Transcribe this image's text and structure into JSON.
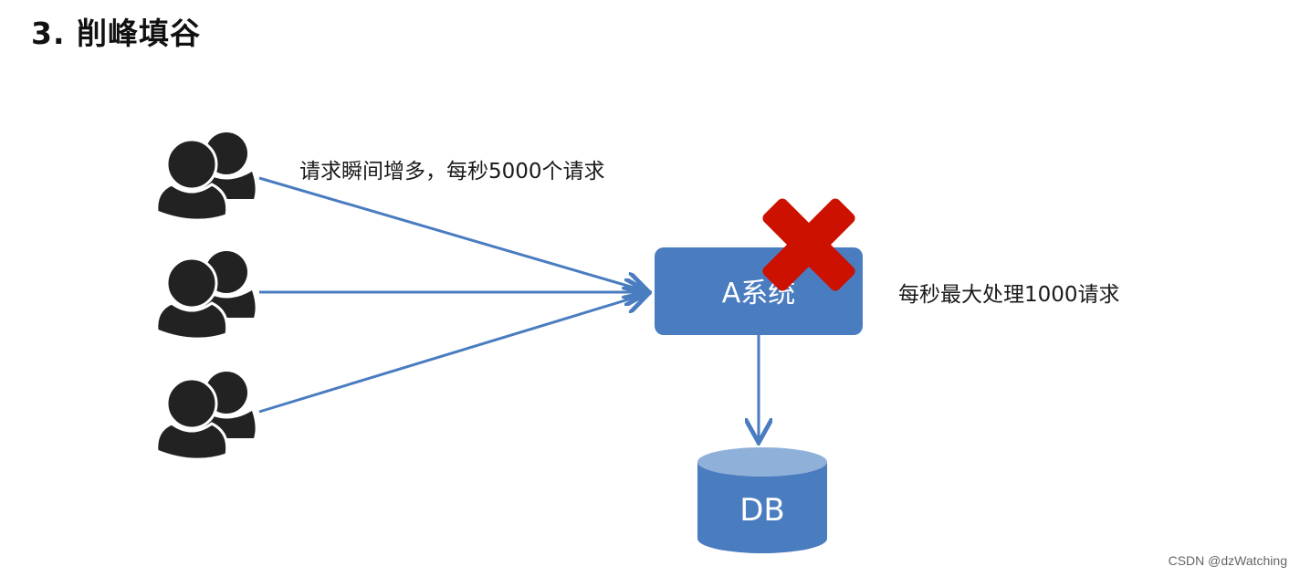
{
  "title": "3. 削峰填谷",
  "request_note": "请求瞬间增多，每秒5000个请求",
  "capacity_note": "每秒最大处理1000请求",
  "system_label": "A系统",
  "db_label": "DB",
  "watermark": "CSDN @dzWatching",
  "colors": {
    "arrow": "#4a7cc0",
    "box": "#4a7cc0",
    "db_body": "#4a7cc0",
    "db_top": "#8fb0d9",
    "cross": "#cc1100",
    "users": "#222222"
  },
  "icons": [
    "user-group-icon",
    "user-group-icon",
    "user-group-icon",
    "red-cross-icon",
    "database-icon"
  ]
}
